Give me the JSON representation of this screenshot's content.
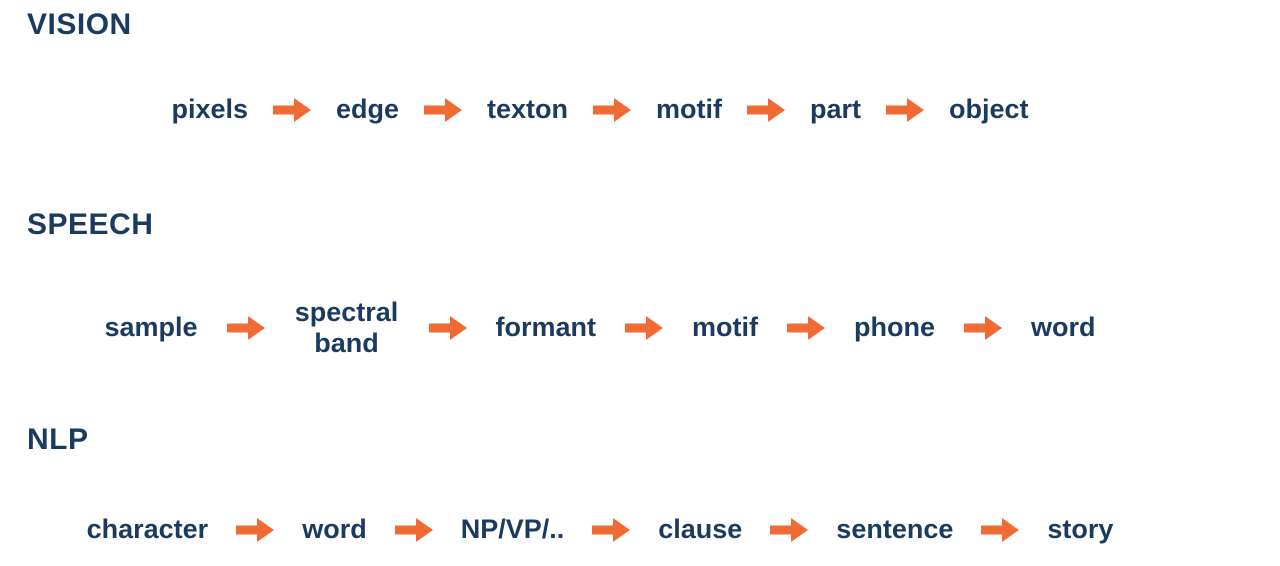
{
  "colors": {
    "text": "#1B3A5F",
    "arrow": "#F06A33",
    "background": "#FFFFFF"
  },
  "sections": [
    {
      "title": "VISION",
      "steps": [
        {
          "label": "pixels"
        },
        {
          "label": "edge"
        },
        {
          "label": "texton"
        },
        {
          "label": "motif"
        },
        {
          "label": "part"
        },
        {
          "label": "object"
        }
      ]
    },
    {
      "title": "SPEECH",
      "steps": [
        {
          "label": "sample"
        },
        {
          "label": "spectral band"
        },
        {
          "label": "formant"
        },
        {
          "label": "motif"
        },
        {
          "label": "phone"
        },
        {
          "label": "word"
        }
      ]
    },
    {
      "title": "NLP",
      "steps": [
        {
          "label": "character"
        },
        {
          "label": "word"
        },
        {
          "label": "NP/VP/.."
        },
        {
          "label": "clause"
        },
        {
          "label": "sentence"
        },
        {
          "label": "story"
        }
      ]
    }
  ],
  "arrow_icon": "right-block-arrow"
}
